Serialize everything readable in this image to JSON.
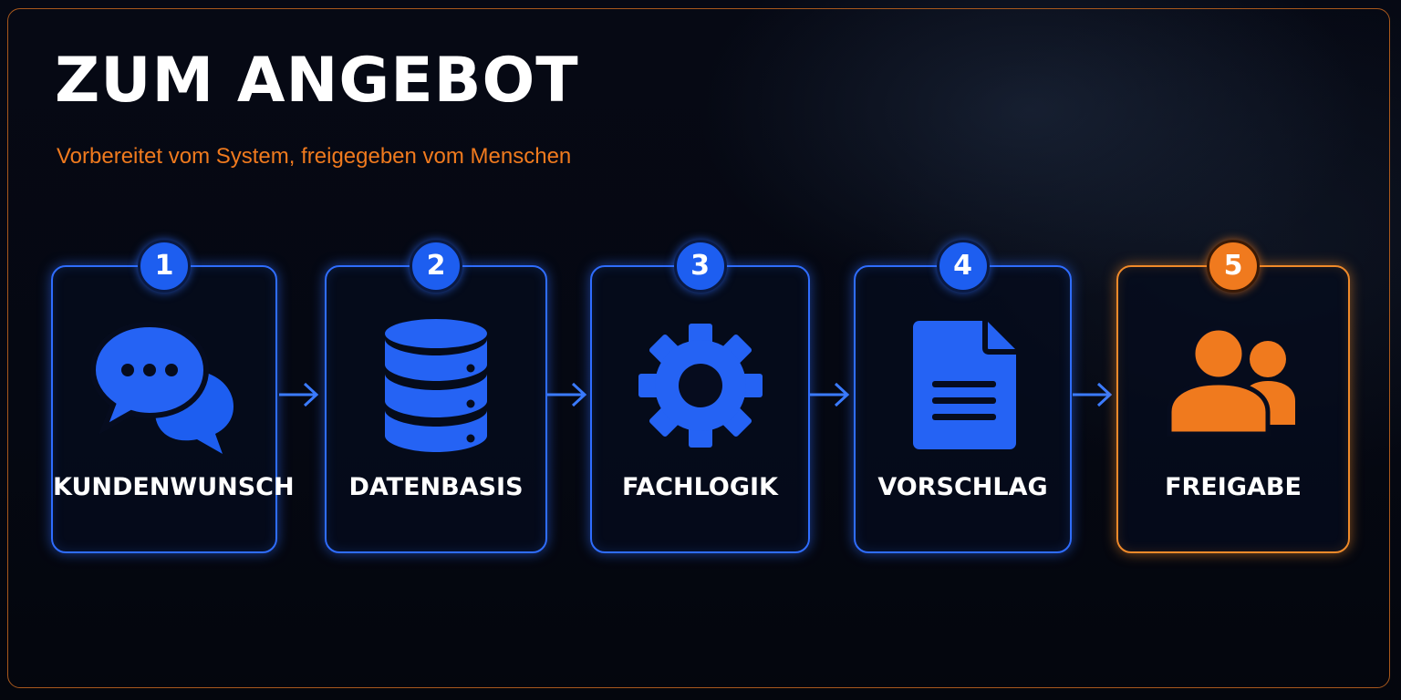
{
  "title": "ZUM ANGEBOT",
  "subtitle": "Vorbereitet vom System, freigegeben vom Menschen",
  "colors": {
    "accent_blue": "#2f6dff",
    "accent_orange": "#f07a1e",
    "background": "#05070f",
    "text": "#ffffff"
  },
  "steps": [
    {
      "number": "1",
      "label": "KUNDENWUNSCH",
      "icon": "speech-bubbles-icon"
    },
    {
      "number": "2",
      "label": "DATENBASIS",
      "icon": "database-icon"
    },
    {
      "number": "3",
      "label": "FACHLOGIK",
      "icon": "gear-icon"
    },
    {
      "number": "4",
      "label": "VORSCHLAG",
      "icon": "document-icon"
    },
    {
      "number": "5",
      "label": "FREIGABE",
      "icon": "people-icon"
    }
  ]
}
